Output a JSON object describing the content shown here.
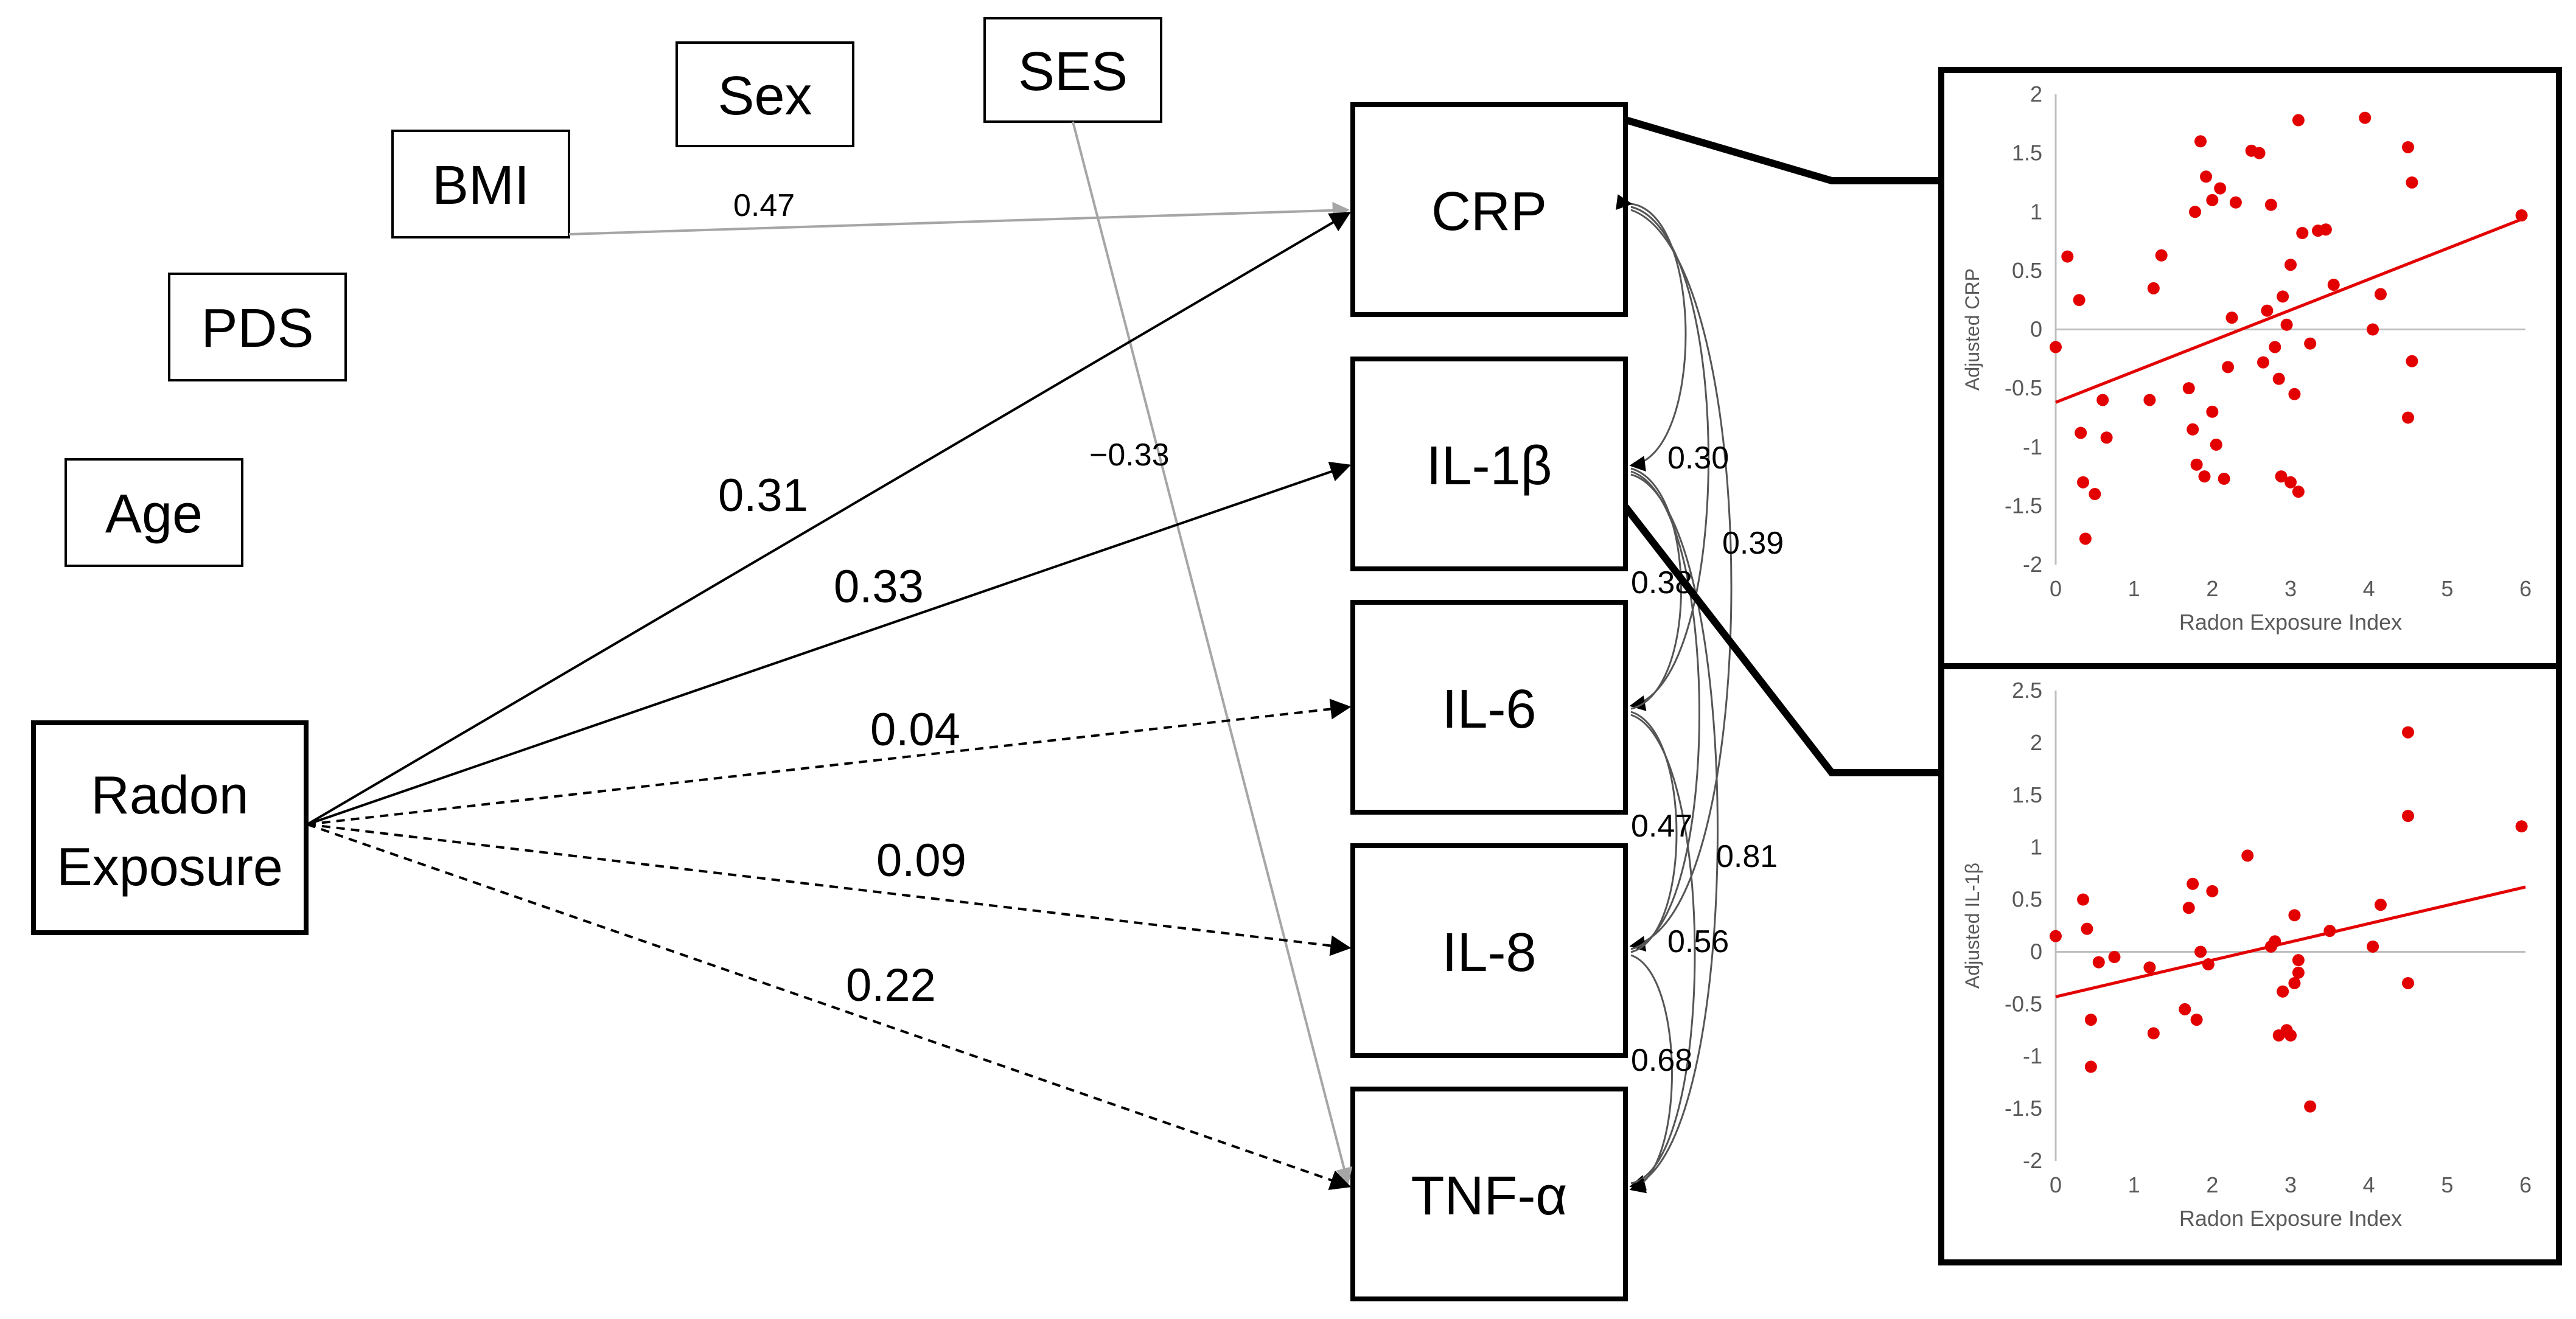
{
  "diagram": {
    "covariates": [
      "Age",
      "PDS",
      "BMI",
      "Sex",
      "SES"
    ],
    "exposure_label": [
      "Radon",
      "Exposure"
    ],
    "outcomes": [
      "CRP",
      "IL-1β",
      "IL-6",
      "IL-8",
      "TNF-α"
    ],
    "paths": [
      {
        "from": "Radon Exposure",
        "to": "CRP",
        "coef": "0.31",
        "style": "solid"
      },
      {
        "from": "Radon Exposure",
        "to": "IL-1β",
        "coef": "0.33",
        "style": "solid"
      },
      {
        "from": "Radon Exposure",
        "to": "IL-6",
        "coef": "0.04",
        "style": "dashed"
      },
      {
        "from": "Radon Exposure",
        "to": "IL-8",
        "coef": "0.09",
        "style": "dashed"
      },
      {
        "from": "Radon Exposure",
        "to": "TNF-α",
        "coef": "0.22",
        "style": "dashed"
      },
      {
        "from": "BMI",
        "to": "CRP",
        "coef": "0.47",
        "style": "gray"
      },
      {
        "from": "SES",
        "to": "TNF-α",
        "coef": "−0.33",
        "style": "gray"
      }
    ],
    "correlations": [
      "0.30",
      "0.39",
      "0.38",
      "0.47",
      "0.81",
      "0.56",
      "0.68"
    ],
    "colors": {
      "line": "#000000",
      "covariate_path": "#a6a6a6",
      "scatter": "#e30000"
    }
  },
  "chart_data": [
    {
      "type": "scatter",
      "xlabel": "Radon Exposure Index",
      "ylabel": "Adjusted CRP",
      "xlim": [
        0,
        6
      ],
      "ylim": [
        -2,
        2
      ],
      "xticks": [
        "0",
        "1",
        "2",
        "3",
        "4",
        "5",
        "6"
      ],
      "yticks": [
        "2",
        "1.5",
        "1",
        "0.5",
        "0",
        "-0.5",
        "-1",
        "-1.5",
        "-2"
      ],
      "trendline": {
        "x": [
          0,
          6
        ],
        "y": [
          -0.62,
          0.95
        ]
      },
      "points": [
        [
          0.0,
          -0.15
        ],
        [
          0.15,
          0.62
        ],
        [
          0.3,
          0.25
        ],
        [
          0.32,
          -0.88
        ],
        [
          0.35,
          -1.3
        ],
        [
          0.38,
          -1.78
        ],
        [
          0.5,
          -1.4
        ],
        [
          0.6,
          -0.6
        ],
        [
          0.65,
          -0.92
        ],
        [
          1.2,
          -0.6
        ],
        [
          1.25,
          0.35
        ],
        [
          1.35,
          0.63
        ],
        [
          1.7,
          -0.5
        ],
        [
          1.75,
          -0.85
        ],
        [
          1.78,
          1.0
        ],
        [
          1.8,
          -1.15
        ],
        [
          1.85,
          1.6
        ],
        [
          1.9,
          -1.25
        ],
        [
          1.92,
          1.3
        ],
        [
          2.0,
          1.1
        ],
        [
          2.0,
          -0.7
        ],
        [
          2.05,
          -0.98
        ],
        [
          2.1,
          1.2
        ],
        [
          2.15,
          -1.27
        ],
        [
          2.2,
          -0.32
        ],
        [
          2.25,
          0.1
        ],
        [
          2.3,
          1.08
        ],
        [
          2.5,
          1.52
        ],
        [
          2.6,
          1.5
        ],
        [
          2.65,
          -0.28
        ],
        [
          2.7,
          0.16
        ],
        [
          2.75,
          1.06
        ],
        [
          2.8,
          -0.15
        ],
        [
          2.85,
          -0.42
        ],
        [
          2.88,
          -1.25
        ],
        [
          2.9,
          0.28
        ],
        [
          2.95,
          0.04
        ],
        [
          3.0,
          0.55
        ],
        [
          3.0,
          -1.3
        ],
        [
          3.05,
          -0.55
        ],
        [
          3.1,
          -1.38
        ],
        [
          3.1,
          1.78
        ],
        [
          3.15,
          0.82
        ],
        [
          3.25,
          -0.12
        ],
        [
          3.35,
          0.84
        ],
        [
          3.45,
          0.85
        ],
        [
          3.55,
          0.38
        ],
        [
          3.95,
          1.8
        ],
        [
          4.05,
          0.0
        ],
        [
          4.15,
          0.3
        ],
        [
          4.5,
          1.55
        ],
        [
          4.5,
          -0.75
        ],
        [
          4.55,
          1.25
        ],
        [
          4.55,
          -0.27
        ],
        [
          5.95,
          0.97
        ]
      ]
    },
    {
      "type": "scatter",
      "xlabel": "Radon Exposure Index",
      "ylabel": "Adjusted IL-1β",
      "xlim": [
        0,
        6
      ],
      "ylim": [
        -2,
        2.5
      ],
      "xticks": [
        "0",
        "1",
        "2",
        "3",
        "4",
        "5",
        "6"
      ],
      "yticks": [
        "2.5",
        "2",
        "1.5",
        "1",
        "0.5",
        "0",
        "-0.5",
        "-1",
        "-1.5",
        "-2"
      ],
      "trendline": {
        "x": [
          0,
          6
        ],
        "y": [
          -0.43,
          0.62
        ]
      },
      "points": [
        [
          0.0,
          0.15
        ],
        [
          0.35,
          0.5
        ],
        [
          0.4,
          0.22
        ],
        [
          0.45,
          -0.65
        ],
        [
          0.45,
          -1.1
        ],
        [
          0.55,
          -0.1
        ],
        [
          0.75,
          -0.05
        ],
        [
          1.2,
          -0.15
        ],
        [
          1.25,
          -0.78
        ],
        [
          1.65,
          -0.55
        ],
        [
          1.7,
          0.42
        ],
        [
          1.75,
          0.65
        ],
        [
          1.8,
          -0.65
        ],
        [
          1.85,
          0.0
        ],
        [
          1.95,
          -0.12
        ],
        [
          2.0,
          0.58
        ],
        [
          2.45,
          0.92
        ],
        [
          2.75,
          0.05
        ],
        [
          2.8,
          0.1
        ],
        [
          2.85,
          -0.8
        ],
        [
          2.9,
          -0.38
        ],
        [
          2.95,
          -0.75
        ],
        [
          3.0,
          -0.8
        ],
        [
          3.05,
          -0.3
        ],
        [
          3.05,
          0.35
        ],
        [
          3.1,
          -0.2
        ],
        [
          3.1,
          -0.08
        ],
        [
          3.25,
          -1.48
        ],
        [
          3.5,
          0.2
        ],
        [
          4.05,
          0.05
        ],
        [
          4.15,
          0.45
        ],
        [
          4.5,
          2.1
        ],
        [
          4.5,
          1.3
        ],
        [
          4.5,
          -0.3
        ],
        [
          5.95,
          1.2
        ]
      ]
    }
  ]
}
